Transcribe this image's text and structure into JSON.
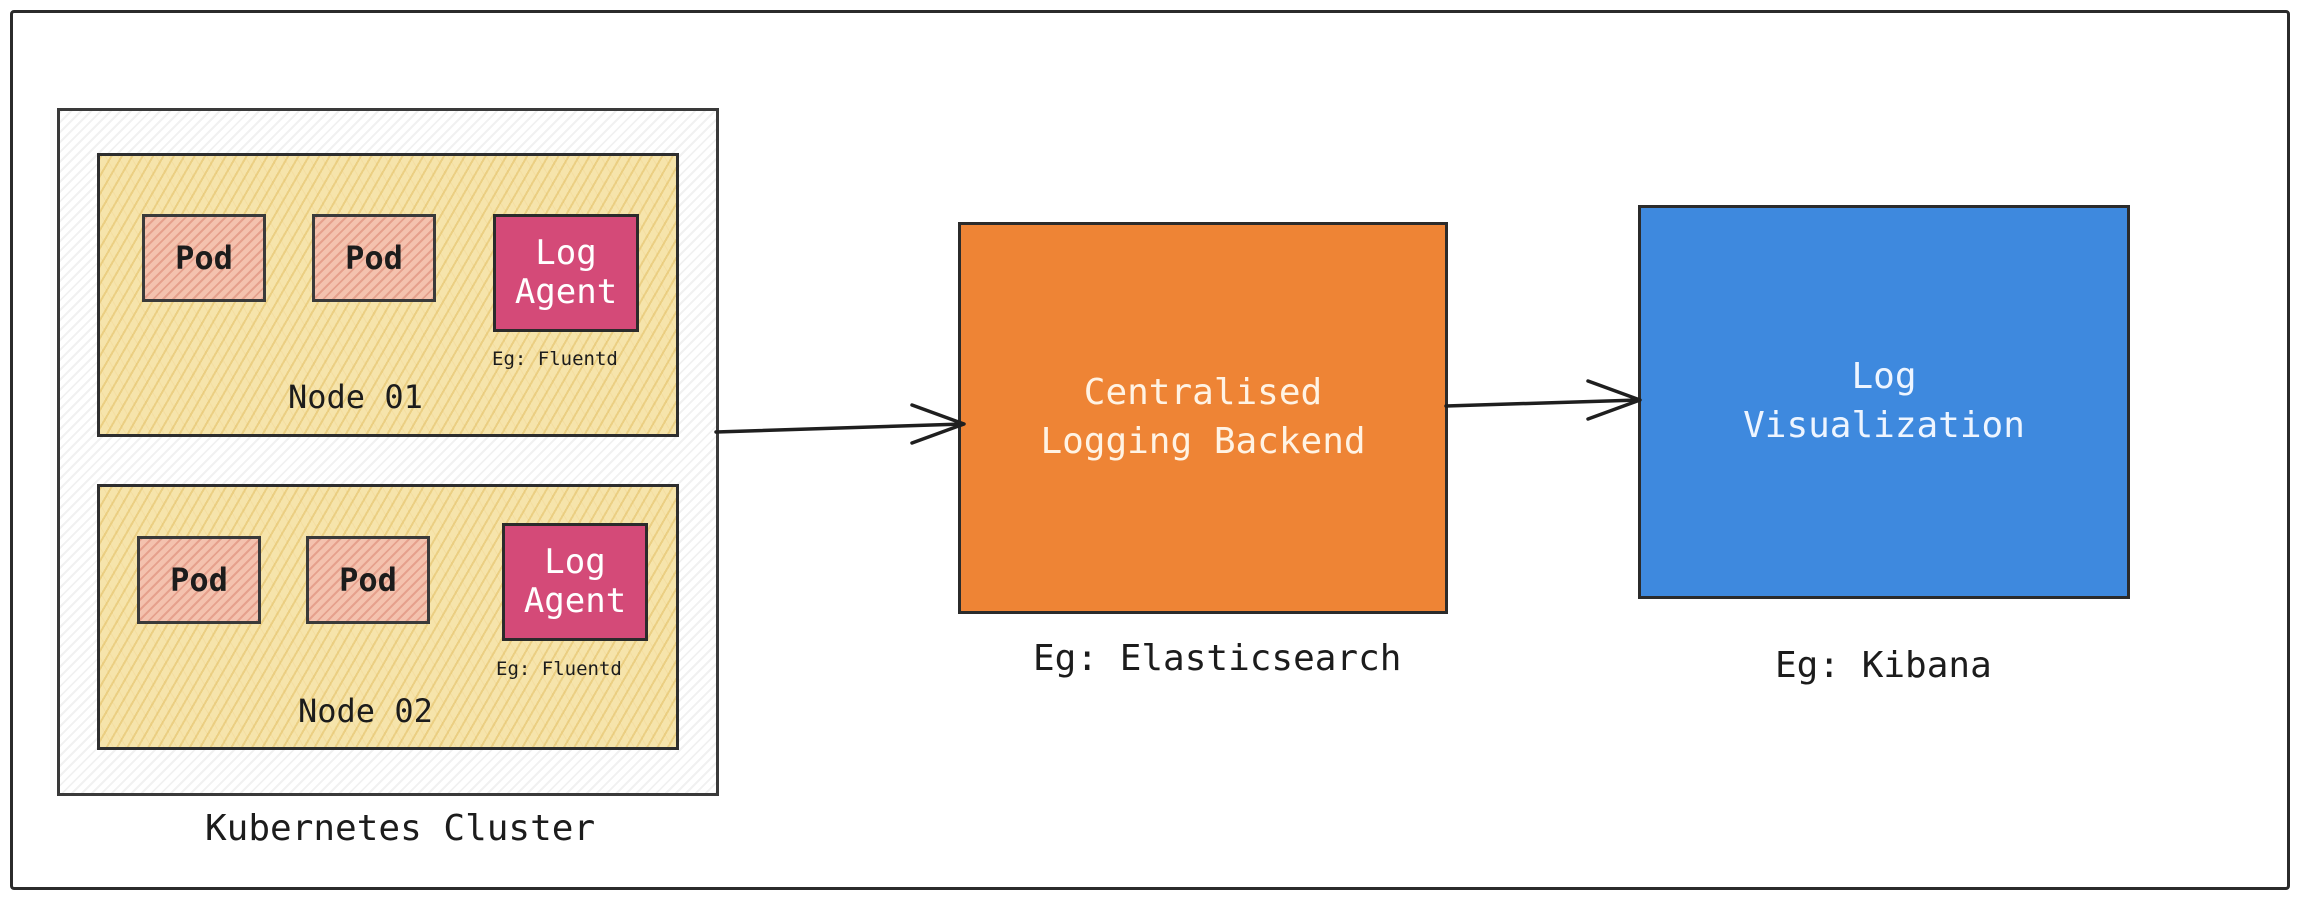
{
  "cluster": {
    "label": "Kubernetes Cluster",
    "nodes": [
      {
        "label": "Node 01",
        "pods": [
          "Pod",
          "Pod"
        ],
        "agent": {
          "line1": "Log",
          "line2": "Agent",
          "example": "Eg: Fluentd"
        }
      },
      {
        "label": "Node 02",
        "pods": [
          "Pod",
          "Pod"
        ],
        "agent": {
          "line1": "Log",
          "line2": "Agent",
          "example": "Eg: Fluentd"
        }
      }
    ]
  },
  "backend": {
    "line1": "Centralised",
    "line2": "Logging Backend",
    "example": "Eg: Elasticsearch"
  },
  "visualization": {
    "line1": "Log",
    "line2": "Visualization",
    "example": "Eg: Kibana"
  },
  "colors": {
    "node_fill": "#f6e4ab",
    "pod_fill": "#f4c2ae",
    "agent_fill": "#d44a78",
    "backend_fill": "#ee8435",
    "visualization_fill": "#3e89de",
    "stroke": "#2b2b2b"
  }
}
